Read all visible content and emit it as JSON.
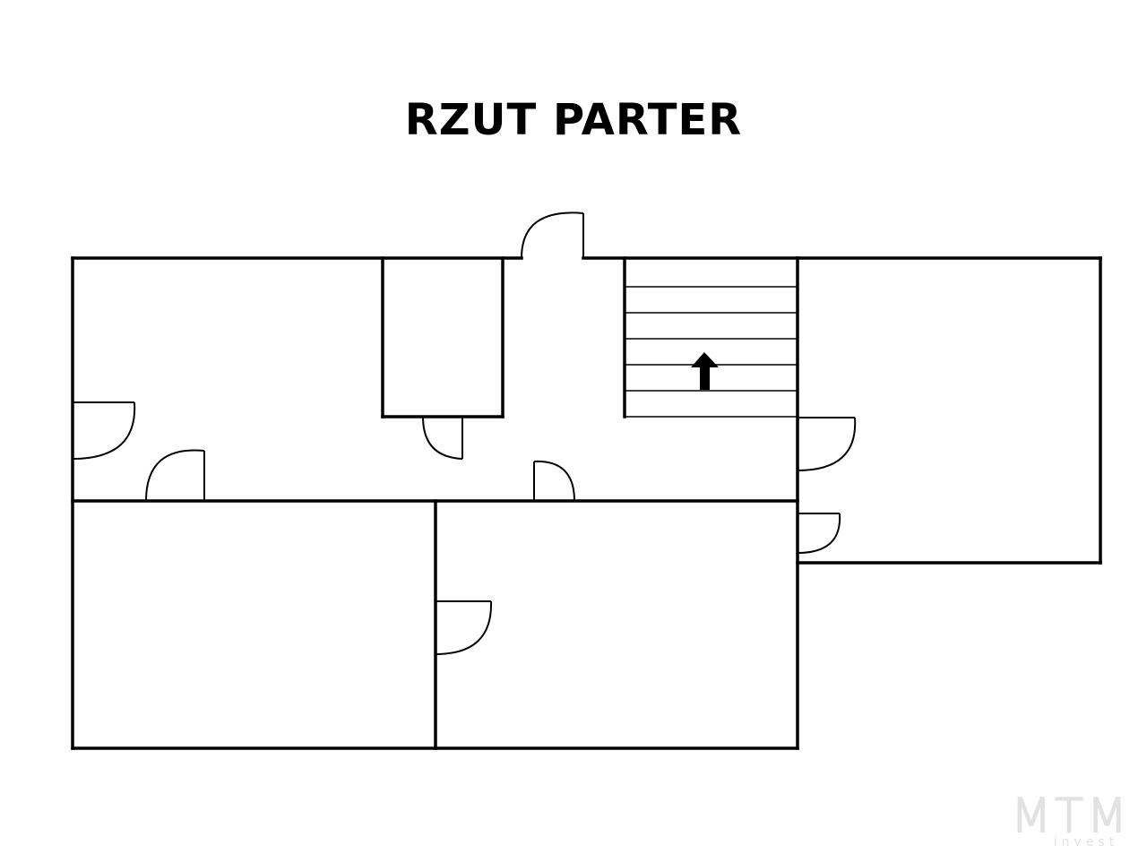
{
  "title": "RZUT PARTER",
  "logo": {
    "brand": "MTM",
    "tagline": "invest",
    "color": "#e2e2e2"
  },
  "colors": {
    "line": "#000000",
    "background": "#ffffff"
  },
  "icons": {
    "stair_direction": "arrow-up-icon"
  }
}
